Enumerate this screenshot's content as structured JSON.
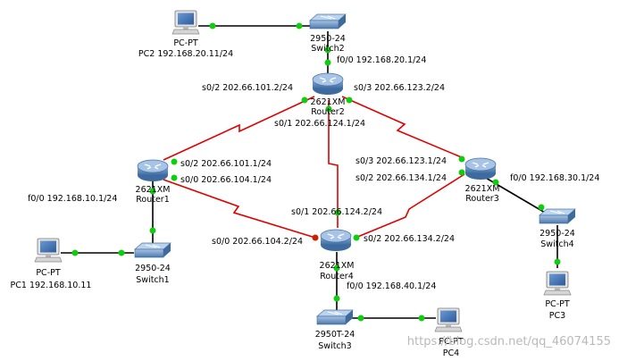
{
  "colors": {
    "ethernet": "#000000",
    "serial": "#e00000",
    "port_up": "#11cc11",
    "port_down": "#cc2200",
    "router_body": "#5b86b8",
    "switch_body": "#6f97c4",
    "pc_screen": "#3c6fb4"
  },
  "devices": {
    "router1": {
      "model": "2621XM",
      "name": "Router1"
    },
    "router2": {
      "model": "2621XM",
      "name": "Router2"
    },
    "router3": {
      "model": "2621XM",
      "name": "Router3"
    },
    "router4": {
      "model": "2621XM",
      "name": "Router4"
    },
    "switch1": {
      "model": "2950-24",
      "name": "Switch1"
    },
    "switch2": {
      "model": "2950-24",
      "name": "Switch2"
    },
    "switch3": {
      "model": "2950T-24",
      "name": "Switch3"
    },
    "switch4": {
      "model": "2950-24",
      "name": "Switch4"
    },
    "pc1": {
      "model": "PC-PT",
      "name": "PC1 192.168.10.11"
    },
    "pc2": {
      "model": "PC-PT",
      "name": "PC2 192.168.20.11/24"
    },
    "pc3": {
      "model": "PC-PT",
      "name": "PC3"
    },
    "pc4": {
      "model": "PC-PT",
      "name": "PC4"
    }
  },
  "interfaces": {
    "r2_f00": "f0/0 192.168.20.1/24",
    "r2_s02": "s0/2 202.66.101.2/24",
    "r2_s03": "s0/3 202.66.123.2/24",
    "r2_s01": "s0/1 202.66.124.1/24",
    "r1_s02": "s0/2 202.66.101.1/24",
    "r1_s00": "s0/0 202.66.104.1/24",
    "r1_f00": "f0/0 192.168.10.1/24",
    "r3_s03": "s0/3 202.66.123.1/24",
    "r3_s02": "s0/2 202.66.134.1/24",
    "r3_f00": "f0/0 192.168.30.1/24",
    "r4_s01": "s0/1 202.66.124.2/24",
    "r4_s00": "s0/0 202.66.104.2/24",
    "r4_s02": "s0/2 202.66.134.2/24",
    "r4_f00": "f0/0 192.168.40.1/24"
  },
  "watermark": "https://blog.csdn.net/qq_46074155"
}
